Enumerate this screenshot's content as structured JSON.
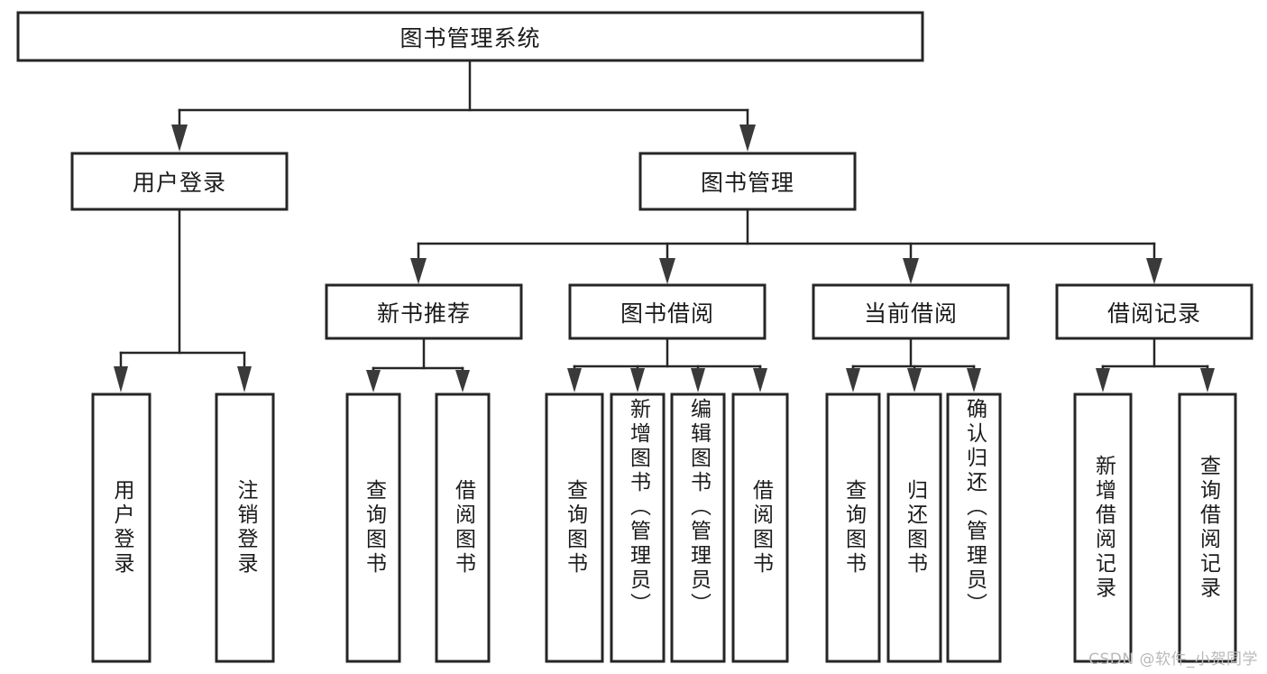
{
  "diagram": {
    "type": "tree-hierarchy",
    "title": "图书管理系统",
    "watermark": "CSDN @软件_小贺同学",
    "colors": {
      "box_stroke": "#262626",
      "box_fill": "#ffffff",
      "connector": "#262626",
      "text": "#1b1b1b",
      "watermark": "#b9b9b9",
      "background": "#ffffff"
    },
    "levels": {
      "root": {
        "label": "图书管理系统"
      },
      "level2": [
        {
          "label": "用户登录"
        },
        {
          "label": "图书管理"
        }
      ],
      "level3": [
        {
          "label": "新书推荐"
        },
        {
          "label": "图书借阅"
        },
        {
          "label": "当前借阅"
        },
        {
          "label": "借阅记录"
        }
      ],
      "leaves": [
        {
          "label": "用户登录",
          "parent": "用户登录"
        },
        {
          "label": "注销登录",
          "parent": "用户登录"
        },
        {
          "label": "查询图书",
          "parent": "新书推荐"
        },
        {
          "label": "借阅图书",
          "parent": "新书推荐"
        },
        {
          "label": "查询图书",
          "parent": "图书借阅"
        },
        {
          "label": "新增图书（管理员）",
          "parent": "图书借阅"
        },
        {
          "label": "编辑图书（管理员）",
          "parent": "图书借阅"
        },
        {
          "label": "借阅图书",
          "parent": "图书借阅"
        },
        {
          "label": "查询图书",
          "parent": "当前借阅"
        },
        {
          "label": "归还图书",
          "parent": "当前借阅"
        },
        {
          "label": "确认归还（管理员）",
          "parent": "当前借阅"
        },
        {
          "label": "新增借阅记录",
          "parent": "借阅记录"
        },
        {
          "label": "查询借阅记录",
          "parent": "借阅记录"
        }
      ]
    }
  }
}
